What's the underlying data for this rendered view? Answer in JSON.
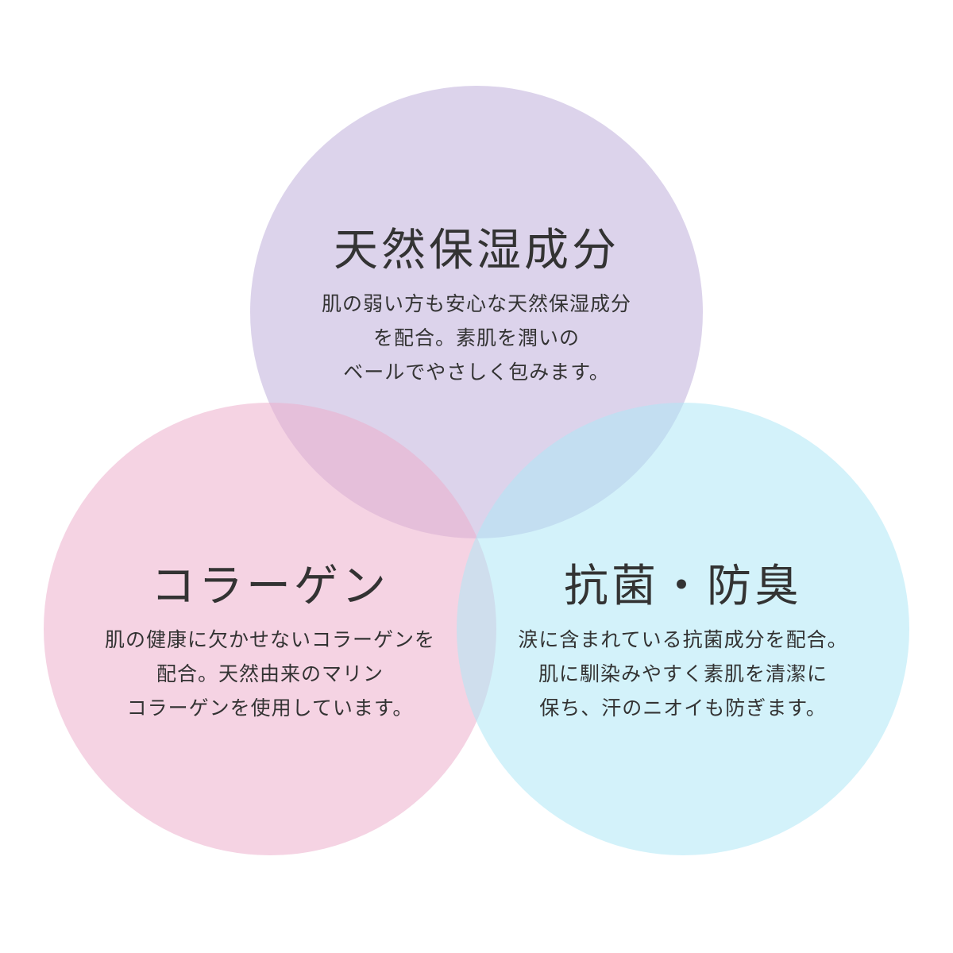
{
  "circles": [
    {
      "title": "天然保湿成分",
      "lines": [
        "肌の弱い方も安心な天然保湿成分",
        "を配合。素肌を潤いの",
        "ベールでやさしく包みます。"
      ],
      "color": "#dcd3ec"
    },
    {
      "title": "コラーゲン",
      "lines": [
        "肌の健康に欠かせないコラーゲンを",
        "配合。天然由来のマリン",
        "コラーゲンを使用しています。"
      ],
      "color": "#f4d2e2"
    },
    {
      "title": "抗菌・防臭",
      "lines": [
        "涙に含まれている抗菌成分を配合。",
        "肌に馴染みやすく素肌を清潔に",
        "保ち、汗のニオイも防ぎます。"
      ],
      "color": "#d4f3fa"
    }
  ]
}
